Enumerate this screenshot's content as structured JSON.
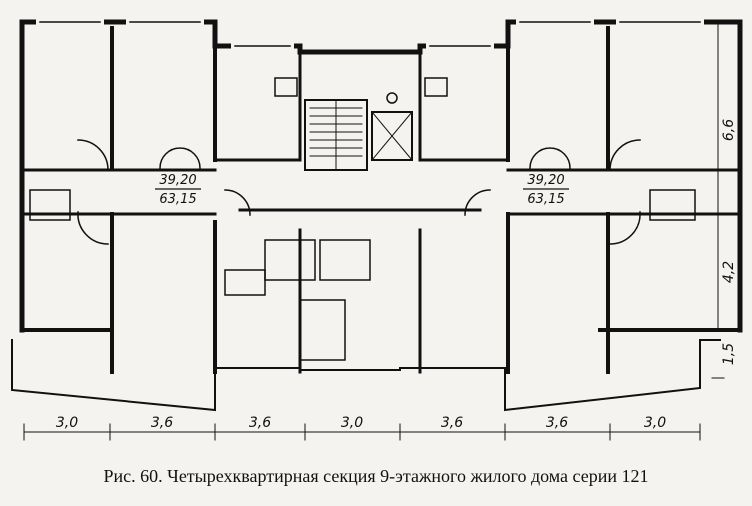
{
  "caption": "Рис. 60. Четырехквартирная секция 9-этажного жилого дома серии 121",
  "apartment_labels": [
    {
      "top": "39,20",
      "bottom": "63,15"
    },
    {
      "top": "39,20",
      "bottom": "63,15"
    }
  ],
  "bottom_dimensions": [
    "3,0",
    "3,6",
    "3,6",
    "3,0",
    "3,6",
    "3,6",
    "3,0"
  ],
  "side_dimensions": [
    "6,6",
    "4,2",
    "1,5"
  ],
  "colors": {
    "ink": "#111111",
    "paper": "#f4f3ef"
  }
}
